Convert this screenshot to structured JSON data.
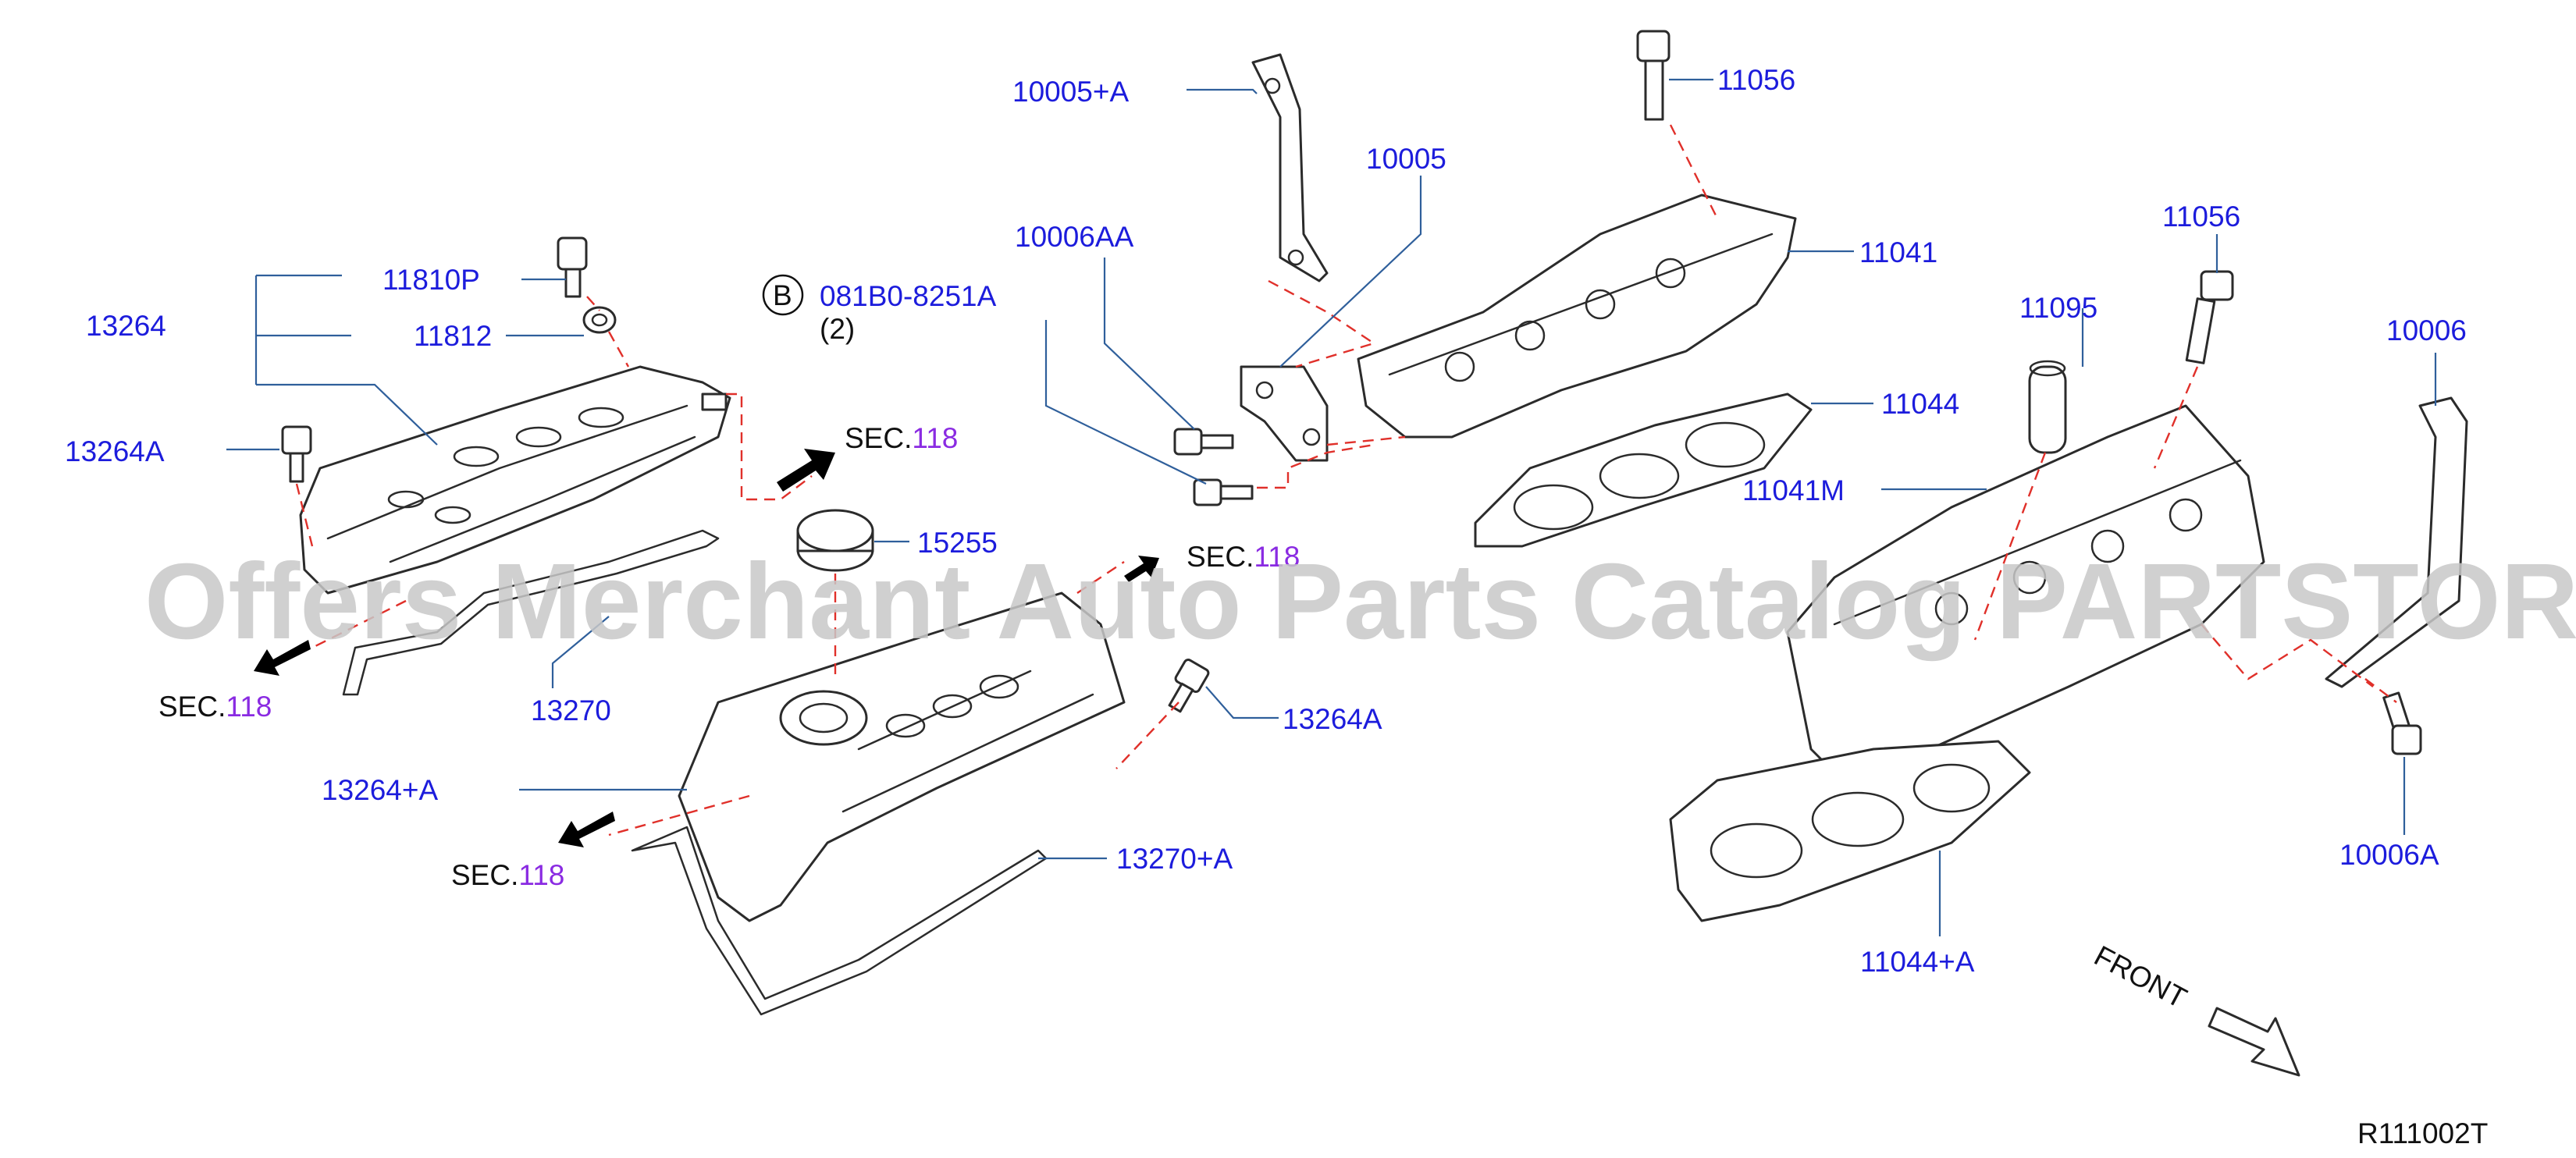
{
  "watermark": "Offers Merchant Auto Parts Catalog PARTSTORE.SA",
  "diagram_code": "R111002T",
  "front_label": "FRONT",
  "section": {
    "prefix": "SEC.",
    "number": "118"
  },
  "bolt_callout": {
    "symbol": "B",
    "part": "081B0-8251A",
    "qty": "(2)"
  },
  "parts": {
    "p10005A": "10005+A",
    "p10005": "10005",
    "p10006AA": "10006AA",
    "p11056_top": "11056",
    "p11041": "11041",
    "p11044": "11044",
    "p11041M": "11041M",
    "p11056_right": "11056",
    "p11095": "11095",
    "p10006": "10006",
    "p10006A": "10006A",
    "p11044A": "11044+A",
    "p11810P": "11810P",
    "p11812": "11812",
    "p13264": "13264",
    "p13264A_left": "13264A",
    "p15255": "15255",
    "p13270": "13270",
    "p13264A_mid": "13264A",
    "p13264pA": "13264+A",
    "p13270pA": "13270+A"
  },
  "colors": {
    "label_blue": "#1c1cdc",
    "leader_blue": "#2f5f9b",
    "dashed_red": "#e0302a",
    "section_purple": "#8a2be2",
    "line_art": "#2b2b2b",
    "watermark_gray": "#c8c8c8"
  }
}
